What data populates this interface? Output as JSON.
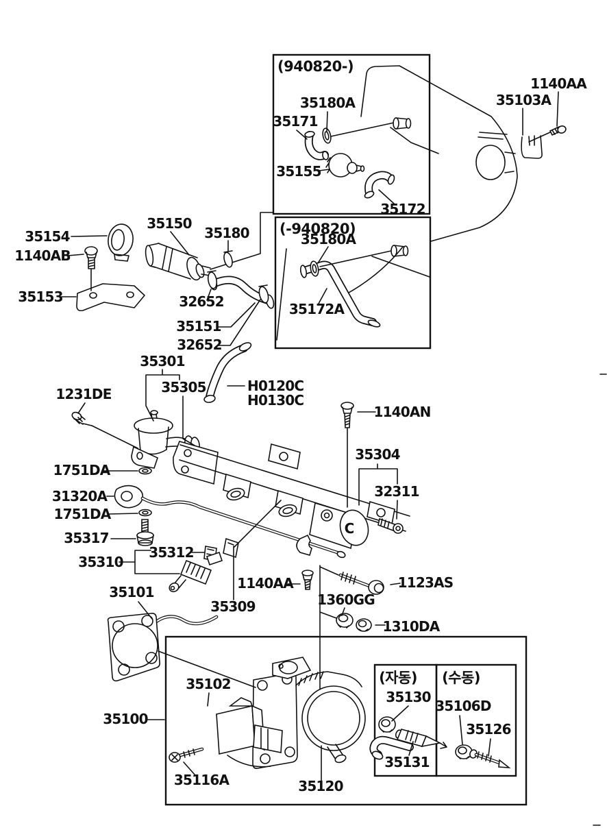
{
  "figure": {
    "type": "exploded-parts-diagram",
    "subject": "throttle body and fuel injection components",
    "background_color": "#ffffff",
    "line_color": "#111111"
  },
  "boxes": {
    "late": "(940820-)",
    "early": "(-940820)",
    "auto": "(자동)",
    "manual": "(수동)"
  },
  "markings": {
    "rail_end": "C"
  },
  "parts": {
    "p35180a_top": "35180A",
    "p35171": "35171",
    "p35155": "35155",
    "p35172": "35172",
    "p1140aa_top": "1140AA",
    "p35103a": "35103A",
    "p35180a_early": "35180A",
    "p35172a": "35172A",
    "p35154": "35154",
    "p1140ab": "1140AB",
    "p35153": "35153",
    "p35150": "35150",
    "p35180": "35180",
    "p32652_a": "32652",
    "p35151": "35151",
    "p32652_b": "32652",
    "p35301": "35301",
    "p35305": "35305",
    "p1231de": "1231DE",
    "ph0120c": "H0120C",
    "ph0130c": "H0130C",
    "p1140an": "1140AN",
    "p35304": "35304",
    "p32311": "32311",
    "p1751da_a": "1751DA",
    "p31320a": "31320A",
    "p1751da_b": "1751DA",
    "p35317": "35317",
    "p35312": "35312",
    "p35310": "35310",
    "p35101": "35101",
    "p1140aa_b": "1140AA",
    "p1123as": "1123AS",
    "p35309": "35309",
    "p1360gg": "1360GG",
    "p1310da": "1310DA",
    "p35102": "35102",
    "p35100": "35100",
    "p35116a": "35116A",
    "p35120": "35120",
    "p35130": "35130",
    "p35131": "35131",
    "p35106d": "35106D",
    "p35126": "35126"
  }
}
